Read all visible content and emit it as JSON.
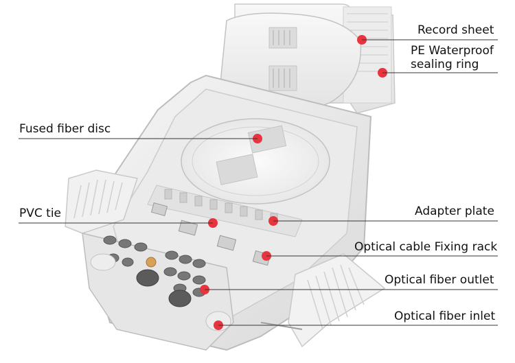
{
  "callouts": [
    {
      "text": "Record sheet"
    },
    {
      "text": "PE Waterproof"
    },
    {
      "text": "sealing ring"
    },
    {
      "text": "Fused fiber disc"
    },
    {
      "text": "PVC tie"
    },
    {
      "text": "Adapter plate"
    },
    {
      "text": "Optical cable Fixing rack"
    },
    {
      "text": "Optical fiber outlet"
    },
    {
      "text": "Optical fiber inlet"
    }
  ],
  "colors": {
    "marker": "#e8343e",
    "leader_line": "#333333",
    "label_text": "#111111",
    "enclosure": "#efefef"
  }
}
